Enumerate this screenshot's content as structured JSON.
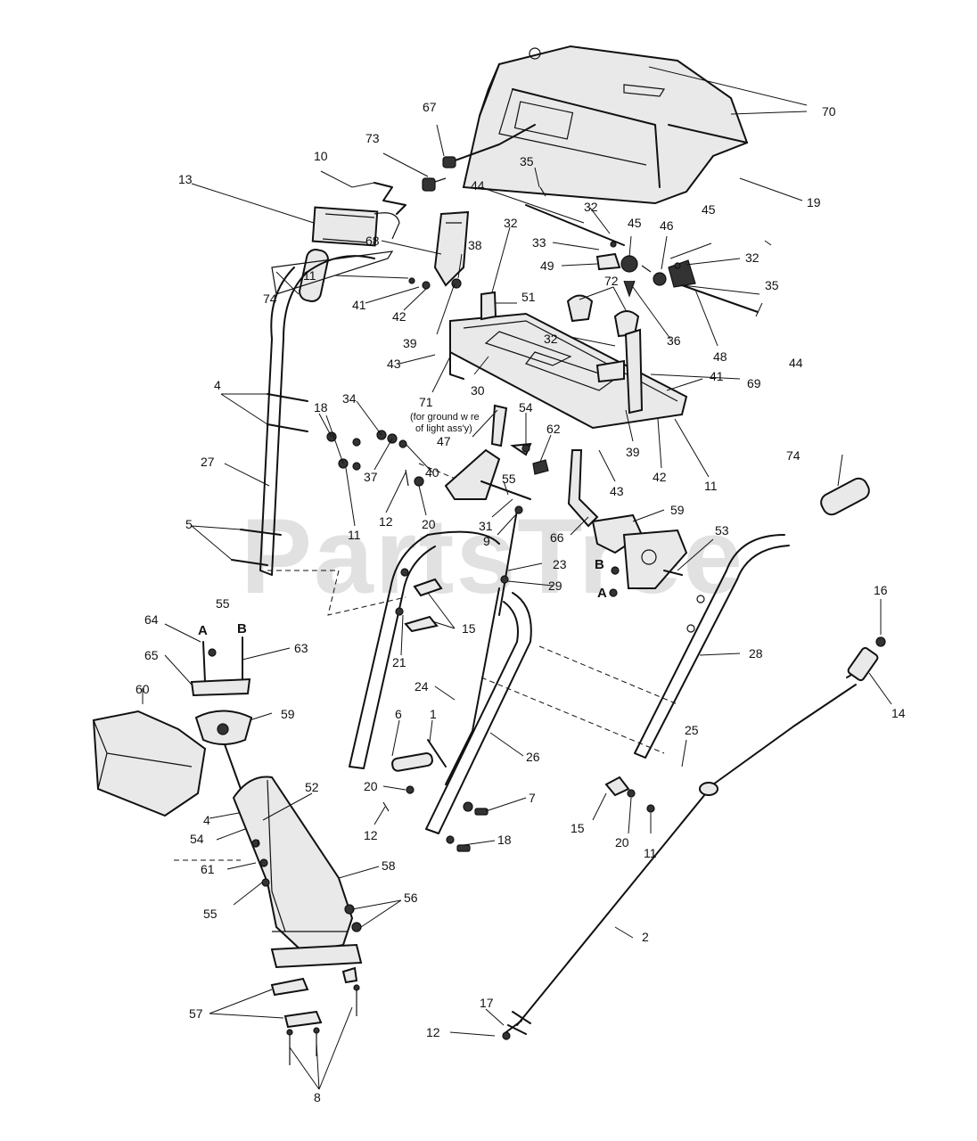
{
  "diagram": {
    "watermark": "PartsTree",
    "callouts": {
      "c70": "70",
      "c67": "67",
      "c73": "73",
      "c10": "10",
      "c35a": "35",
      "c19": "19",
      "c13": "13",
      "c44a": "44",
      "c32a": "32",
      "c45a": "45",
      "c46": "46",
      "c45b": "45",
      "c32b": "32",
      "c68": "68",
      "c38": "38",
      "c32c": "32",
      "c33": "33",
      "c49": "49",
      "c11a": "11",
      "c35b": "35",
      "c51": "51",
      "c72": "72",
      "c41a": "41",
      "c42a": "42",
      "c36": "36",
      "c48": "48",
      "c74a": "74",
      "c39a": "39",
      "c32d": "32",
      "c44b": "44",
      "c43a": "43",
      "c30": "30",
      "c69": "69",
      "c71": "71",
      "c4a": "4",
      "c18a": "18",
      "c34": "34",
      "c41b": "41",
      "c47": "47",
      "c54a": "54",
      "c62": "62",
      "c39b": "39",
      "c42b": "42",
      "c11b": "11",
      "c27": "27",
      "c37": "37",
      "c40": "40",
      "c11c": "11",
      "c12a": "12",
      "c20a": "20",
      "c43b": "43",
      "c74b": "74",
      "c55a": "55",
      "c31": "31",
      "c59a": "59",
      "c5": "5",
      "c9": "9",
      "c66": "66",
      "c53": "53",
      "c23": "23",
      "c29": "29",
      "c55b": "55",
      "c64": "64",
      "c63": "63",
      "c15a": "15",
      "c21": "21",
      "c16": "16",
      "c65": "65",
      "c28": "28",
      "c14": "14",
      "c60": "60",
      "c59b": "59",
      "c24": "24",
      "c6": "6",
      "c1": "1",
      "c26": "26",
      "c25": "25",
      "c52": "52",
      "c20b": "20",
      "c7": "7",
      "c15b": "15",
      "c20c": "20",
      "c11d": "11",
      "c4b": "4",
      "c54b": "54",
      "c12b": "12",
      "c18b": "18",
      "c58": "58",
      "c61": "61",
      "c55c": "55",
      "c56": "56",
      "c2": "2",
      "c57": "57",
      "c17": "17",
      "c12c": "12",
      "c8": "8"
    },
    "letters": {
      "a1": "A",
      "b1": "B",
      "b2": "B",
      "a2": "A"
    },
    "notes": {
      "ground_line1": "(for ground w re",
      "ground_line2": "of light ass'y)"
    }
  }
}
